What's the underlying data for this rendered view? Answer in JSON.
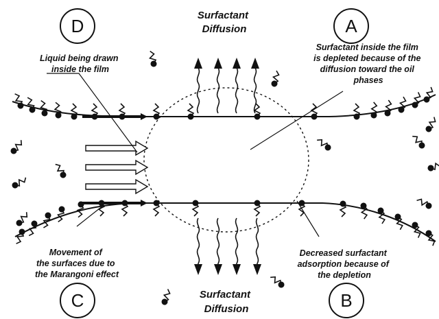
{
  "circles": {
    "A": "A",
    "B": "B",
    "C": "C",
    "D": "D"
  },
  "labels": {
    "surf_diff_top": [
      "Surfactant",
      "Diffusion"
    ],
    "surf_diff_bottom": [
      "Surfactant",
      "Diffusion"
    ],
    "label_A": [
      "Surfactant inside the film",
      "is depleted because of the",
      "diffusion toward the oil",
      "phases"
    ],
    "label_D": [
      "Liquid being drawn",
      "inside the film"
    ],
    "label_C": [
      "Movement of",
      "the surfaces due to",
      "the Marangoni effect"
    ],
    "label_B": [
      "Decreased surfactant",
      "adsorption because of",
      "the depletion"
    ]
  },
  "colors": {
    "ink": "#111111",
    "background": "#ffffff"
  }
}
